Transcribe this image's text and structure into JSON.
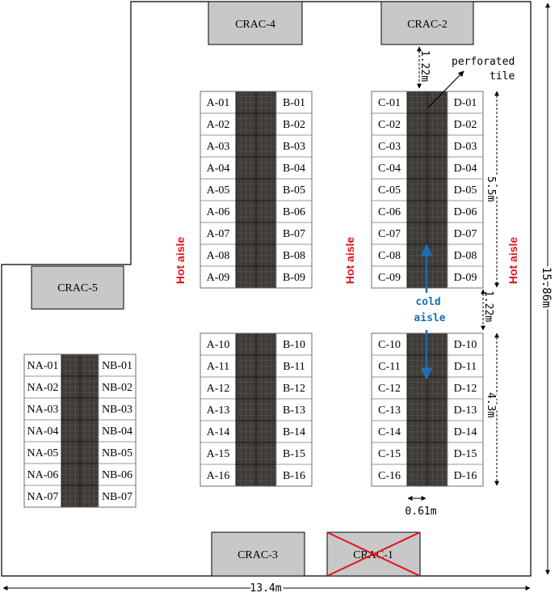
{
  "crac_units": [
    {
      "id": "crac-4",
      "label": "CRAC-4",
      "status": "active"
    },
    {
      "id": "crac-2",
      "label": "CRAC-2",
      "status": "active"
    },
    {
      "id": "crac-5",
      "label": "CRAC-5",
      "status": "active"
    },
    {
      "id": "crac-3",
      "label": "CRAC-3",
      "status": "active"
    },
    {
      "id": "crac-1",
      "label": "CRAC-1",
      "status": "disabled"
    }
  ],
  "rack_groups": [
    {
      "id": "group-ab-top",
      "left": [
        "A-01",
        "A-02",
        "A-03",
        "A-04",
        "A-05",
        "A-06",
        "A-07",
        "A-08",
        "A-09"
      ],
      "right": [
        "B-01",
        "B-02",
        "B-03",
        "B-04",
        "B-05",
        "B-06",
        "B-07",
        "B-08",
        "B-09"
      ]
    },
    {
      "id": "group-cd-top",
      "left": [
        "C-01",
        "C-02",
        "C-03",
        "C-04",
        "C-05",
        "C-06",
        "C-07",
        "C-08",
        "C-09"
      ],
      "right": [
        "D-01",
        "D-02",
        "D-03",
        "D-04",
        "D-05",
        "D-06",
        "D-07",
        "D-08",
        "D-09"
      ]
    },
    {
      "id": "group-ab-bottom",
      "left": [
        "A-10",
        "A-11",
        "A-12",
        "A-13",
        "A-14",
        "A-15",
        "A-16"
      ],
      "right": [
        "B-10",
        "B-11",
        "B-12",
        "B-13",
        "B-14",
        "B-15",
        "B-16"
      ]
    },
    {
      "id": "group-cd-bottom",
      "left": [
        "C-10",
        "C-11",
        "C-12",
        "C-13",
        "C-14",
        "C-15",
        "C-16"
      ],
      "right": [
        "D-10",
        "D-11",
        "D-12",
        "D-13",
        "D-14",
        "D-15",
        "D-16"
      ]
    },
    {
      "id": "group-nab",
      "left": [
        "NA-01",
        "NA-02",
        "NA-03",
        "NA-04",
        "NA-05",
        "NA-06",
        "NA-07"
      ],
      "right": [
        "NB-01",
        "NB-02",
        "NB-03",
        "NB-04",
        "NB-05",
        "NB-06",
        "NB-07"
      ]
    }
  ],
  "labels": {
    "hot_aisle": "Hot aisle",
    "cold_aisle_line1": "cold",
    "cold_aisle_line2": "aisle",
    "perforated_line1": "perforated",
    "perforated_line2": "tile"
  },
  "dimensions": {
    "width": "13.4m",
    "height": "15.86m",
    "crac_gap": "1.22m",
    "rack_row_top": "5.5m",
    "row_gap": "1.22m",
    "rack_row_bottom": "4.3m",
    "tile_width": "0.61m"
  },
  "colors": {
    "crac_fill": "#c8c8c8",
    "tile_fill": "#3f3b37",
    "hot_aisle": "#e0141e",
    "cold_aisle": "#1a6fb5",
    "disabled_mark": "#e0141e"
  }
}
